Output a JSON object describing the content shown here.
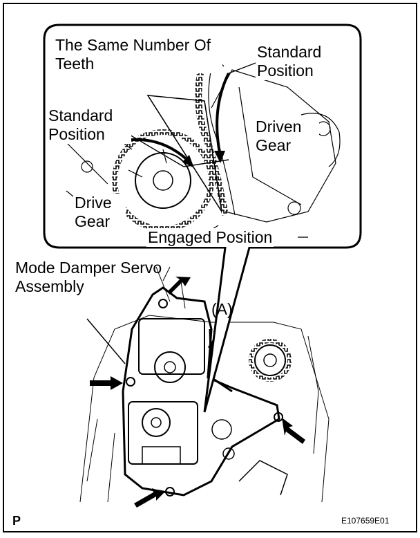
{
  "labels": {
    "same_teeth": "The Same Number Of Teeth",
    "standard_position_right": "Standard Position",
    "standard_position_left": "Standard Position",
    "driven_gear": "Driven Gear",
    "drive_gear": "Drive Gear",
    "engaged_position": "Engaged Position",
    "mode_damper": "Mode Damper Servo Assembly",
    "marker_a": "(A)"
  },
  "footer": {
    "left_mark": "P",
    "figure_id": "E107659E01"
  }
}
